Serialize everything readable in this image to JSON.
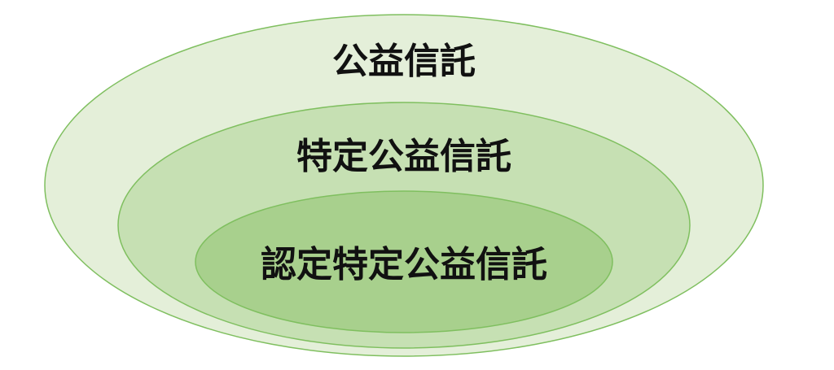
{
  "diagram": {
    "levels": [
      {
        "label": "公益信託",
        "fill": "#e4efd9",
        "stroke": "#7fbf5f"
      },
      {
        "label": "特定公益信託",
        "fill": "#c6e0b3",
        "stroke": "#7fbf5f"
      },
      {
        "label": "認定特定公益信託",
        "fill": "#a8d08d",
        "stroke": "#7fbf5f"
      }
    ]
  }
}
